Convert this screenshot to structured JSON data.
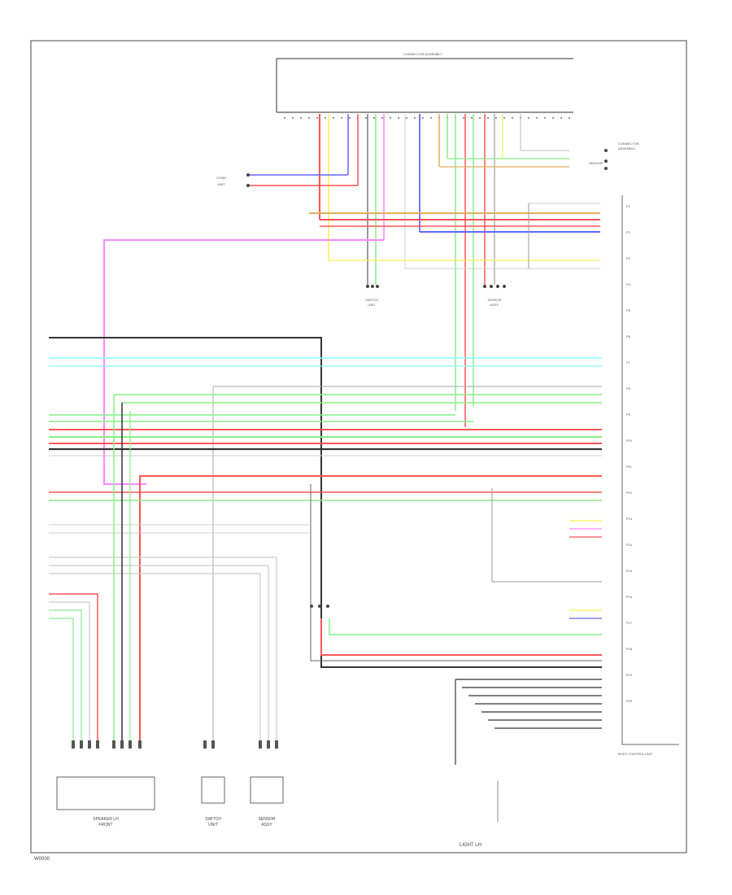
{
  "document": {
    "figure_id": "W0000",
    "footer_label": "LIGHT LH",
    "top_connector_label": "CONNECTOR ASSEMBLY",
    "right_module_label": "BODY CONTROL UNIT"
  },
  "colors": {
    "frame": "#555555",
    "black": "#333333",
    "red": "#ff5555",
    "pink": "#ff88ff",
    "green": "#88ee88",
    "cyan": "#88ffff",
    "yellow": "#ffee55",
    "blue": "#6666ff",
    "orange": "#e0b060",
    "gray": "#bbbbbb"
  },
  "left_components": [
    {
      "label": "SPEAKER LH",
      "sub": "FRONT"
    },
    {
      "label": "SWITCH",
      "sub": "UNIT"
    },
    {
      "label": "SENSOR",
      "sub": "ASSY"
    }
  ],
  "right_pins": [
    "P1",
    "P2",
    "P3",
    "P4",
    "P5",
    "P6",
    "P7",
    "P8",
    "P9",
    "P10",
    "P11",
    "P12",
    "P13",
    "P14",
    "P15",
    "P16",
    "P17",
    "P18",
    "P19",
    "P20"
  ]
}
